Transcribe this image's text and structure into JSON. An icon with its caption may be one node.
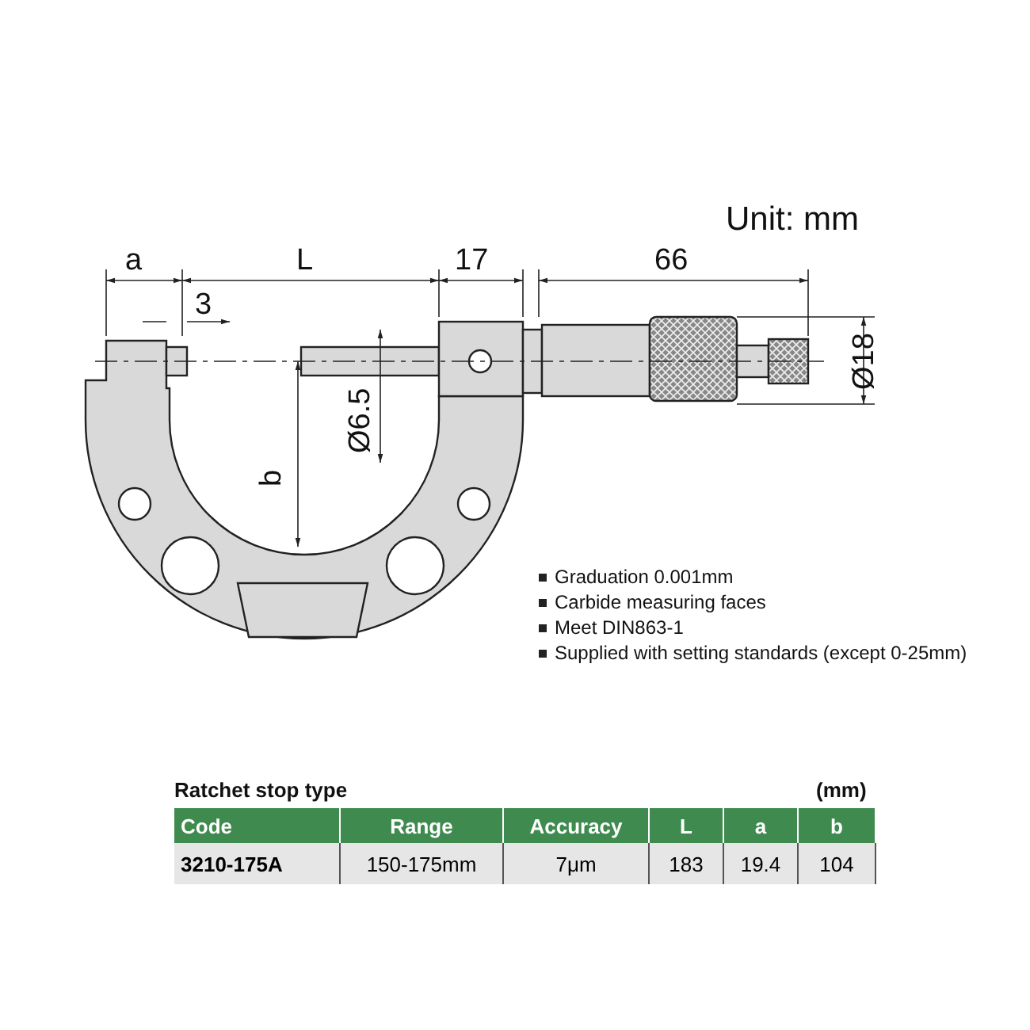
{
  "diagram": {
    "labels": [
      "Unit: mm",
      "a",
      "L",
      "17",
      "66",
      "3",
      "Ø18",
      "b",
      "Ø6.5",
      "Graduation 0.001mm",
      "Carbide measuring faces",
      "Meet DIN863-1",
      "Supplied with setting standards (except 0-25mm)",
      "Ratchet stop type",
      "(mm)",
      "Code",
      "Range",
      "Accuracy",
      "L",
      "a",
      "b",
      "3210-175A",
      "150-175mm",
      "7μm",
      "183",
      "19.4",
      "104"
    ]
  }
}
